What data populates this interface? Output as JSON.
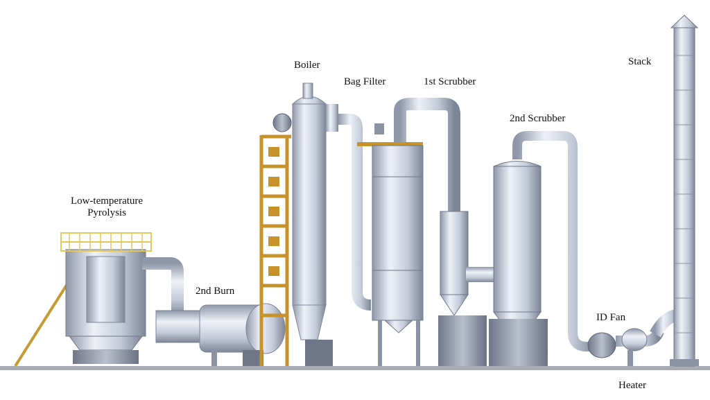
{
  "labels": {
    "low_temp_line1": "Low-temperature",
    "low_temp_line2": "Pyrolysis",
    "second_burn": "2nd Burn",
    "boiler": "Boiler",
    "bag_filter": "Bag Filter",
    "first_scrubber": "1st Scrubber",
    "second_scrubber": "2nd Scrubber",
    "id_fan": "ID Fan",
    "stack": "Stack",
    "heater": "Heater"
  },
  "colors": {
    "steel_light": "#e6eaf2",
    "steel_mid": "#b4bccb",
    "steel_dark": "#7e8799",
    "frame_gold": "#c8922a",
    "railing_yellow": "#e8d06a",
    "ground": "#9a9fa8"
  }
}
